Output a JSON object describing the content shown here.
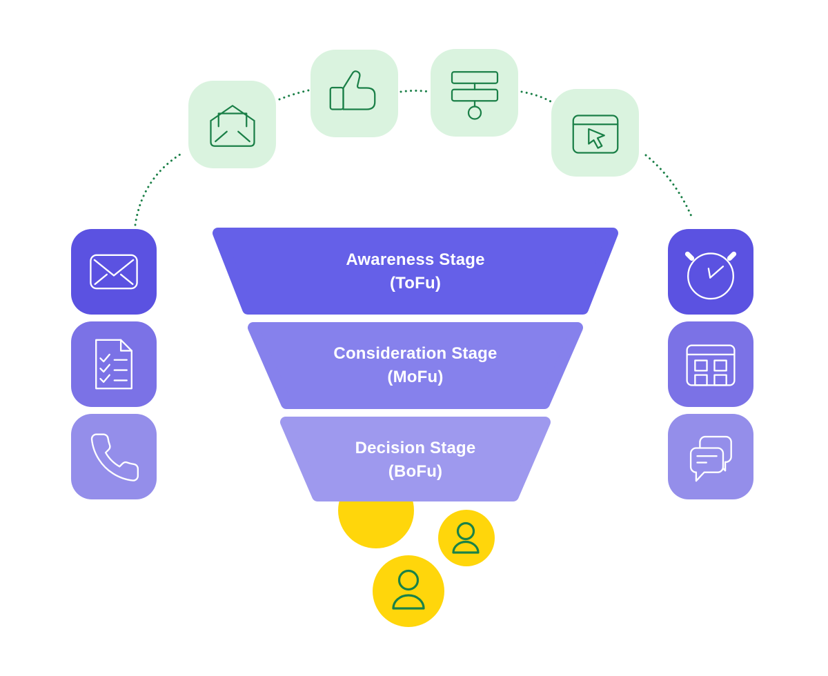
{
  "palette": {
    "background": "#FFFFFF",
    "green_box_bg": "#DAF3DF",
    "green_stroke": "#1A7F47",
    "purple_dark": "#5B52E1",
    "purple_mid": "#7B72E6",
    "purple_light": "#948EEA",
    "funnel_top": "#6560E8",
    "funnel_mid": "#8681EC",
    "funnel_bottom": "#9E99EE",
    "yellow": "#FFD60B",
    "label_text": "#FFFFFF"
  },
  "funnel": {
    "stages": [
      {
        "label": "Awareness Stage",
        "abbr": "(ToFu)",
        "color": "#6560E8"
      },
      {
        "label": "Consideration Stage",
        "abbr": "(MoFu)",
        "color": "#8681EC"
      },
      {
        "label": "Decision Stage",
        "abbr": "(BoFu)",
        "color": "#9E99EE"
      }
    ]
  },
  "top_channels": [
    {
      "icon": "open-email-icon"
    },
    {
      "icon": "thumbs-up-icon"
    },
    {
      "icon": "workflow-icon"
    },
    {
      "icon": "browser-click-icon"
    }
  ],
  "left_channels": [
    {
      "icon": "envelope-icon"
    },
    {
      "icon": "checklist-icon"
    },
    {
      "icon": "phone-icon"
    }
  ],
  "right_channels": [
    {
      "icon": "alarm-clock-icon"
    },
    {
      "icon": "calendar-grid-icon"
    },
    {
      "icon": "chat-bubbles-icon"
    }
  ],
  "leads": {
    "icon": "person-icon",
    "count": 3
  }
}
